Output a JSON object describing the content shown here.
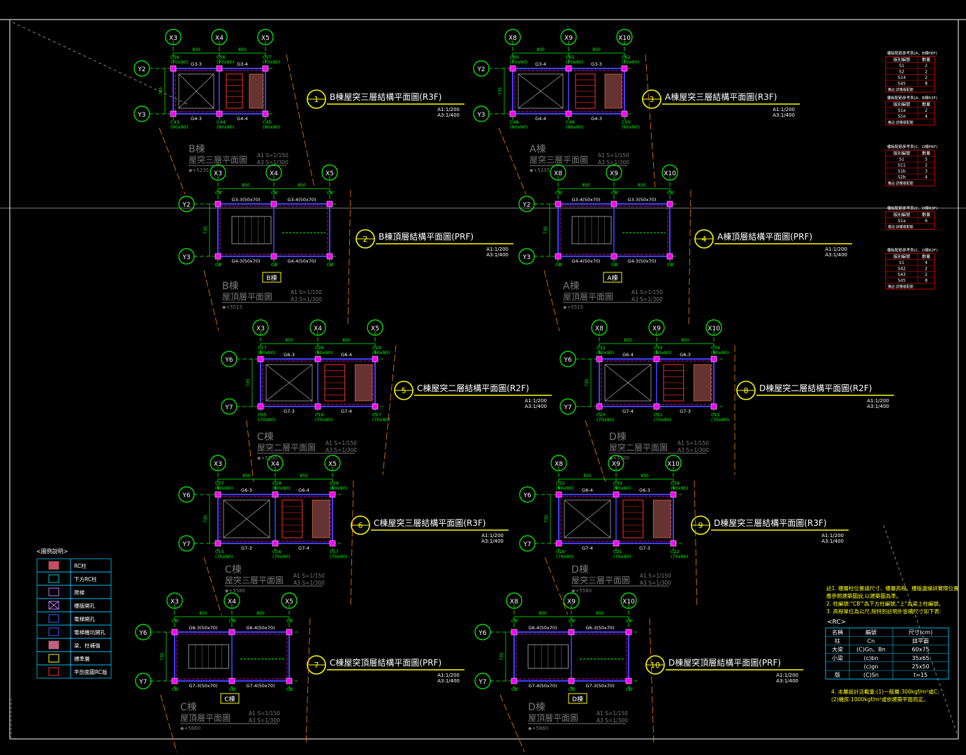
{
  "colors": {
    "background": "#000000",
    "grid": "#00ff00",
    "column": "#ff00ff",
    "beam": "#4040ff",
    "leader": "#ff8000",
    "title": "#ffff00",
    "table": "#ff0000",
    "legend": "#00c8ff"
  },
  "plans": [
    {
      "num": "1",
      "title": "B棟屋突三層結構平面圖(R3F)",
      "s1": "A1:1/200",
      "s2": "A3:1/400",
      "xg": [
        "X3",
        "X4",
        "X5"
      ],
      "yg": [
        "Y2",
        "Y3"
      ],
      "gh_b": "B棟",
      "gh_l": "屋突三層平面圖",
      "gh_s1": "A1 S=1/150",
      "gh_s2": "A3 S=1/300",
      "gh_e": "◆+5235",
      "tag": "",
      "beams": [
        "G3-3",
        "G3-4",
        "G4-3",
        "G4-4"
      ],
      "cols": [
        "C56",
        "C56",
        "C57",
        "C43",
        "C44",
        "C45"
      ],
      "csz": [
        "(70x90)",
        "(70x90)",
        "(70x90)",
        "(90x90)",
        "(90x90)",
        "(90x90)"
      ]
    },
    {
      "num": "2",
      "title": "B棟頂層結構平面圖(PRF)",
      "s1": "A1:1/200",
      "s2": "A3:1/400",
      "xg": [
        "X3",
        "X4",
        "X5"
      ],
      "yg": [
        "Y2",
        "Y3"
      ],
      "gh_b": "B棟",
      "gh_l": "屋頂層平面圖",
      "gh_s1": "A1 S=1/150",
      "gh_s2": "A3 S=1/300",
      "gh_e": "◆+5515",
      "tag": "B棟",
      "beams": [
        "G3-3(50x70)",
        "G3-4(50x70)",
        "G4-3(50x70)",
        "G4-4(50x70)"
      ],
      "cols": [
        "CB'",
        "CB'",
        "CB'",
        "CB'",
        "CB'",
        "CB'"
      ],
      "csz": [
        "",
        "",
        "",
        "",
        "",
        ""
      ]
    },
    {
      "num": "3",
      "title": "A棟屋突三層結構平面圖(R3F)",
      "s1": "A1:1/200",
      "s2": "A3:1/400",
      "xg": [
        "X8",
        "X9",
        "X10"
      ],
      "yg": [
        "Y2",
        "Y3"
      ],
      "gh_b": "A棟",
      "gh_l": "屋突三層平面圖",
      "gh_s1": "A1 S=1/150",
      "gh_s2": "A3 S=1/300",
      "gh_e": "◆+5235",
      "tag": "",
      "beams": [
        "G3-4",
        "G3-3",
        "G4-4",
        "G4-3"
      ],
      "cols": [
        "C60",
        "C61",
        "C62",
        "C48",
        "C49",
        "C50"
      ],
      "csz": [
        "(70x90)",
        "(70x90)",
        "(70x90)",
        "(90x90)",
        "(90x90)",
        "(90x90)"
      ]
    },
    {
      "num": "4",
      "title": "A棟頂層結構平面圖(PRF)",
      "s1": "A1:1/200",
      "s2": "A3:1/400",
      "xg": [
        "X8",
        "X9",
        "X10"
      ],
      "yg": [
        "Y2",
        "Y3"
      ],
      "gh_b": "A棟",
      "gh_l": "屋頂層平面圖",
      "gh_s1": "A1 S=1/150",
      "gh_s2": "A3 S=1/300",
      "gh_e": "◆+5515",
      "tag": "A棟",
      "beams": [
        "G3-4(50x70)",
        "G3-3(50x70)",
        "G4-4(50x70)",
        "G4-3(50x70)"
      ],
      "cols": [
        "CB'",
        "CB'",
        "CB'",
        "CB'",
        "CB'",
        "CB'"
      ],
      "csz": [
        "",
        "",
        "",
        "",
        "",
        ""
      ]
    },
    {
      "num": "5",
      "title": "C棟屋突二層結構平面圖(R2F)",
      "s1": "A1:1/200",
      "s2": "A3:1/400",
      "xg": [
        "X3",
        "X4",
        "X5"
      ],
      "yg": [
        "Y6",
        "Y7"
      ],
      "gh_b": "C棟",
      "gh_l": "屋突二層平面圖",
      "gh_s1": "A1 S=1/150",
      "gh_s2": "A3 S=1/300",
      "gh_e": "◆+5300",
      "tag": "",
      "beams": [
        "G6-3",
        "G6-4",
        "G7-3",
        "G7-4"
      ],
      "cols": [
        "C27",
        "C28",
        "C29",
        "C15",
        "C16",
        "C17"
      ],
      "csz": [
        "(90x90)",
        "(90x90)",
        "(90x90)",
        "(70x90)",
        "(70x90)",
        "(70x90)"
      ]
    },
    {
      "num": "6",
      "title": "C棟屋突三層結構平面圖(R3F)",
      "s1": "A1:1/200",
      "s2": "A3:1/400",
      "xg": [
        "X3",
        "X4",
        "X5"
      ],
      "yg": [
        "Y6",
        "Y7"
      ],
      "gh_b": "C棟",
      "gh_l": "屋突三層平面圖",
      "gh_s1": "A1 S=1/150",
      "gh_s2": "A3 S=1/300",
      "gh_e": "◆+5580",
      "tag": "",
      "beams": [
        "G6-3",
        "G6-4",
        "G7-3",
        "G7-4"
      ],
      "cols": [
        "C27",
        "C28",
        "C29",
        "C15",
        "C16",
        "C17"
      ],
      "csz": [
        "(90x90)",
        "(90x90)",
        "(90x90)",
        "(70x90)",
        "(70x90)",
        "(70x90)"
      ]
    },
    {
      "num": "7",
      "title": "C棟屋突頂層結構平面圖(PRF)",
      "s1": "A1:1/200",
      "s2": "A3:1/400",
      "xg": [
        "X3",
        "X4",
        "X5"
      ],
      "yg": [
        "Y6",
        "Y7"
      ],
      "gh_b": "C棟",
      "gh_l": "屋頂層平面圖",
      "gh_s1": "A1 S=1/150",
      "gh_s2": "A3 S=1/300",
      "gh_e": "◆+5860",
      "tag": "C棟",
      "beams": [
        "G6-3(50x70)",
        "G6-4(50x70)",
        "G7-3(50x70)",
        "G7-4(50x70)"
      ],
      "cols": [
        "CB'",
        "CB'",
        "CB'",
        "CB'",
        "CB'",
        "CB'"
      ],
      "csz": [
        "",
        "",
        "",
        "",
        "",
        ""
      ]
    },
    {
      "num": "8",
      "title": "D棟屋突二層結構平面圖(R2F)",
      "s1": "A1:1/200",
      "s2": "A3:1/400",
      "xg": [
        "X8",
        "X9",
        "X10"
      ],
      "yg": [
        "Y6",
        "Y7"
      ],
      "gh_b": "D棟",
      "gh_l": "屋突二層平面圖",
      "gh_s1": "A1 S=1/150",
      "gh_s2": "A3 S=1/300",
      "gh_e": "◆+5300",
      "tag": "",
      "beams": [
        "G6-4",
        "G6-3",
        "G7-4",
        "G7-3"
      ],
      "cols": [
        "C32",
        "C33",
        "C34",
        "C20",
        "C21",
        "C22"
      ],
      "csz": [
        "(90x90)",
        "(90x90)",
        "(90x90)",
        "(70x90)",
        "(70x90)",
        "(70x90)"
      ]
    },
    {
      "num": "9",
      "title": "D棟屋突三層結構平面圖(R3F)",
      "s1": "A1:1/200",
      "s2": "A3:1/400",
      "xg": [
        "X8",
        "X9",
        "X10"
      ],
      "yg": [
        "Y6",
        "Y7"
      ],
      "gh_b": "D棟",
      "gh_l": "屋突三層平面圖",
      "gh_s1": "A1 S=1/150",
      "gh_s2": "A3 S=1/300",
      "gh_e": "◆+5580",
      "tag": "",
      "beams": [
        "G6-4",
        "G6-3",
        "G7-4",
        "G7-3"
      ],
      "cols": [
        "C32",
        "C33",
        "C34",
        "C20",
        "C21",
        "C22"
      ],
      "csz": [
        "(90x90)",
        "(90x90)",
        "(90x90)",
        "(70x90)",
        "(70x90)",
        "(70x90)"
      ]
    },
    {
      "num": "10",
      "title": "D棟屋突頂層結構平面圖(PRF)",
      "s1": "A1:1/200",
      "s2": "A3:1/400",
      "xg": [
        "X8",
        "X9",
        "X10"
      ],
      "yg": [
        "Y6",
        "Y7"
      ],
      "gh_b": "D棟",
      "gh_l": "屋頂層平面圖",
      "gh_s1": "A1 S=1/150",
      "gh_s2": "A3 S=1/300",
      "gh_e": "◆+5860",
      "tag": "D棟",
      "beams": [
        "G6-4(50x70)",
        "G6-3(50x70)",
        "G7-4(50x70)",
        "G7-3(50x70)"
      ],
      "cols": [
        "CB'",
        "CB'",
        "CB'",
        "CB'",
        "CB'",
        "CB'"
      ],
      "csz": [
        "",
        "",
        "",
        "",
        "",
        ""
      ]
    }
  ],
  "span_x": "850",
  "span_y": "735",
  "slab_tables": [
    {
      "title": "樓板配筋參考表(A、B棟PRF)",
      "rows": [
        [
          "S1",
          "2"
        ],
        [
          "S2",
          "2"
        ],
        [
          "S14",
          "2"
        ],
        [
          "S45",
          "8"
        ]
      ]
    },
    {
      "title": "樓板配筋參考表(A、B棟R3F)",
      "rows": [
        [
          "S1a",
          "2"
        ],
        [
          "S1e",
          "4"
        ]
      ]
    },
    {
      "title": "樓板配筋參考表(C、D棟PRF)",
      "rows": [
        [
          "S1",
          "5"
        ],
        [
          "S11",
          "2"
        ],
        [
          "S1b",
          "3"
        ],
        [
          "S2b",
          "4"
        ]
      ]
    },
    {
      "title": "樓板配筋參考表(C、D棟R3F)",
      "rows": [
        [
          "S1a",
          "6"
        ]
      ]
    },
    {
      "title": "樓板配筋參考表(C、D棟R2F)",
      "rows": [
        [
          "S1",
          "4"
        ],
        [
          "S42",
          "2"
        ],
        [
          "S43",
          "2"
        ],
        [
          "S45",
          "8"
        ]
      ]
    }
  ],
  "slab_head": [
    "版別編號",
    "數量"
  ],
  "legend": {
    "title": "<圖例說明>",
    "items": [
      "RC柱",
      "下方RC柱",
      "爬梯",
      "樓版開孔",
      "電梯開孔",
      "電梯機坑開孔",
      "梁、柱補強",
      "標準層",
      "平剖面圖RC版"
    ]
  },
  "notes": [
    "註1. 樓層柱位置請尺寸、樓層高程、樓版邊緣詳實際位置",
    "應參照建築圖說,以建築圖為準。",
    "2. 柱編號:\"CB'\"為下方柱編號,\"上\"為梁上柱編號。",
    "3. 高程單位為公尺,除特別註明外皆構尺寸如下表:"
  ],
  "rc": {
    "title": "<RC>",
    "head": [
      "名稱",
      "編號",
      "尺寸(cm)"
    ],
    "rows": [
      [
        "柱",
        "Cn",
        "詳平面"
      ],
      [
        "大梁",
        "(C)Gn、Bn",
        "60x75"
      ],
      [
        "小梁",
        "(c)bn",
        "35x65"
      ],
      [
        "",
        "(c)gn",
        "25x50"
      ],
      [
        "版",
        "(C)Sn",
        "t=15"
      ]
    ]
  },
  "load_notes": [
    "4. 本層設計活載重:(1)一般層:300kgf/m²或C;",
    "(2)機房:1000kgf/m²或依建築平面而定。"
  ]
}
